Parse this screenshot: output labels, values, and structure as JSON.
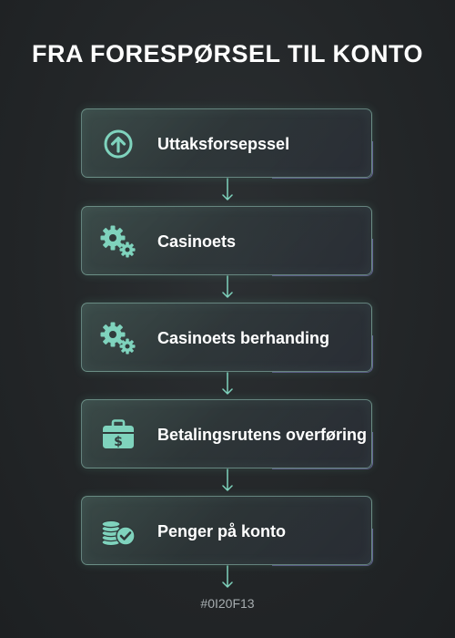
{
  "title": "FRA FORESPØRSEL TIL KONTO",
  "accent_color": "#7fd3bd",
  "steps": [
    {
      "label": "Uttaksforsepssel",
      "icon": "arrow-up-circle-icon"
    },
    {
      "label": "Casinoets",
      "icon": "gears-icon"
    },
    {
      "label": "Casinoets berhanding",
      "icon": "gears-icon"
    },
    {
      "label": "Betalingsrutens overføring",
      "icon": "briefcase-dollar-icon"
    },
    {
      "label": "Penger på konto",
      "icon": "coins-check-icon"
    }
  ],
  "footer": "#0I20F13"
}
